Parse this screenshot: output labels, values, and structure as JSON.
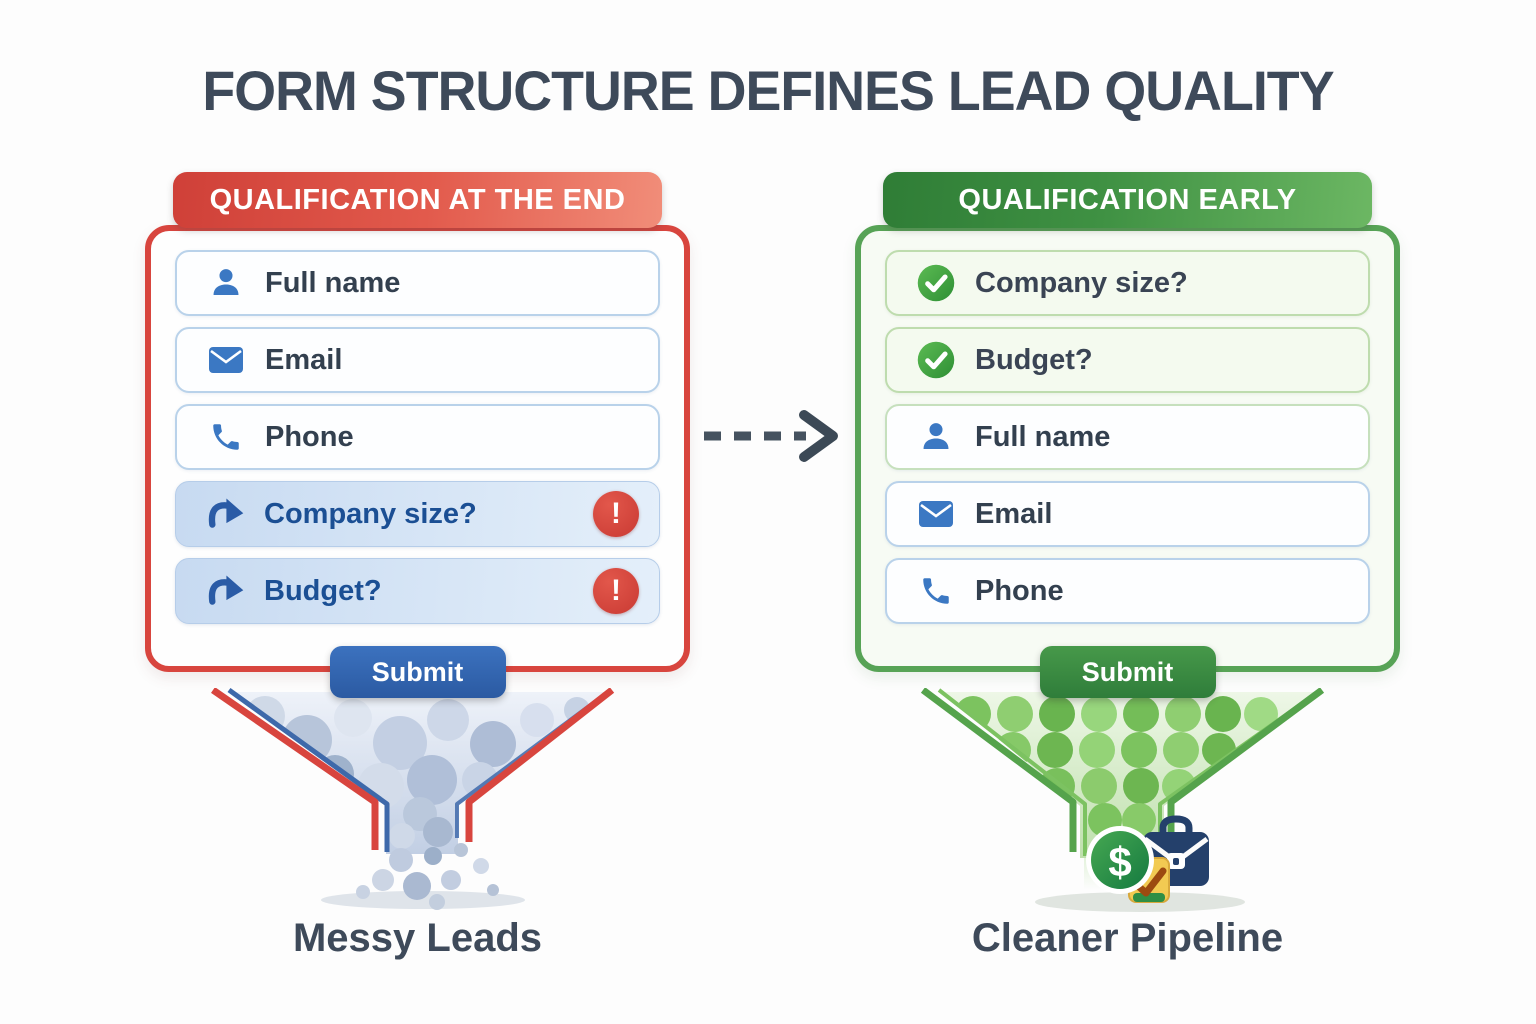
{
  "title": "FORM STRUCTURE DEFINES LEAD QUALITY",
  "colors": {
    "red_accent": "#d8453e",
    "green_accent": "#3f8f44",
    "blue_accent": "#2e5fa8",
    "text_dark": "#3e4a5a"
  },
  "flow_arrow_icon": "dashed-right-arrow-icon",
  "left_form": {
    "header": "QUALIFICATION AT THE END",
    "submit_label": "Submit",
    "caption": "Messy Leads",
    "fields": [
      {
        "label": "Full name",
        "icon": "user-icon"
      },
      {
        "label": "Email",
        "icon": "mail-icon"
      },
      {
        "label": "Phone",
        "icon": "phone-icon"
      },
      {
        "label": "Company size?",
        "icon": "question-arrow-icon",
        "alert": "!"
      },
      {
        "label": "Budget?",
        "icon": "question-arrow-icon",
        "alert": "!"
      }
    ]
  },
  "right_form": {
    "header": "QUALIFICATION EARLY",
    "submit_label": "Submit",
    "caption": "Cleaner Pipeline",
    "fields": [
      {
        "label": "Company size?",
        "icon": "check-icon"
      },
      {
        "label": "Budget?",
        "icon": "check-icon"
      },
      {
        "label": "Full name",
        "icon": "user-icon"
      },
      {
        "label": "Email",
        "icon": "mail-icon"
      },
      {
        "label": "Phone",
        "icon": "phone-icon"
      }
    ],
    "funnel": {
      "coin_symbol": "$",
      "icons": [
        "dollar-coin-icon",
        "briefcase-icon",
        "notepad-check-icon"
      ]
    }
  }
}
